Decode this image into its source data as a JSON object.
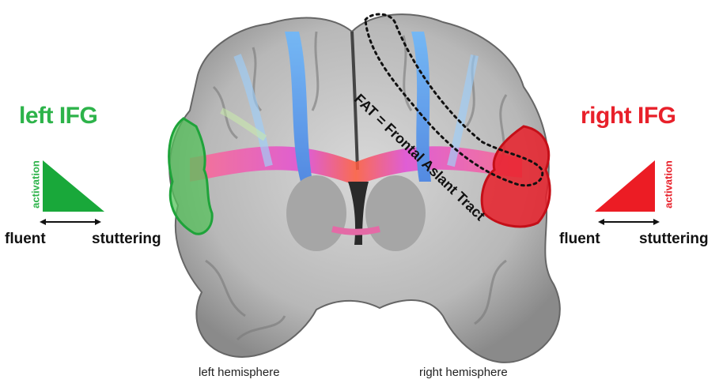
{
  "left_panel": {
    "title": "left IFG",
    "axis_label": "activation",
    "x_left": "fluent",
    "x_right": "stuttering",
    "color": "#2db34a"
  },
  "right_panel": {
    "title": "right IFG",
    "axis_label": "activation",
    "x_left": "fluent",
    "x_right": "stuttering",
    "color": "#e8202a"
  },
  "brain": {
    "tract_label": "FAT = Frontal Aslant Tract",
    "left_hemisphere": "left hemisphere",
    "right_hemisphere": "right hemisphere"
  }
}
